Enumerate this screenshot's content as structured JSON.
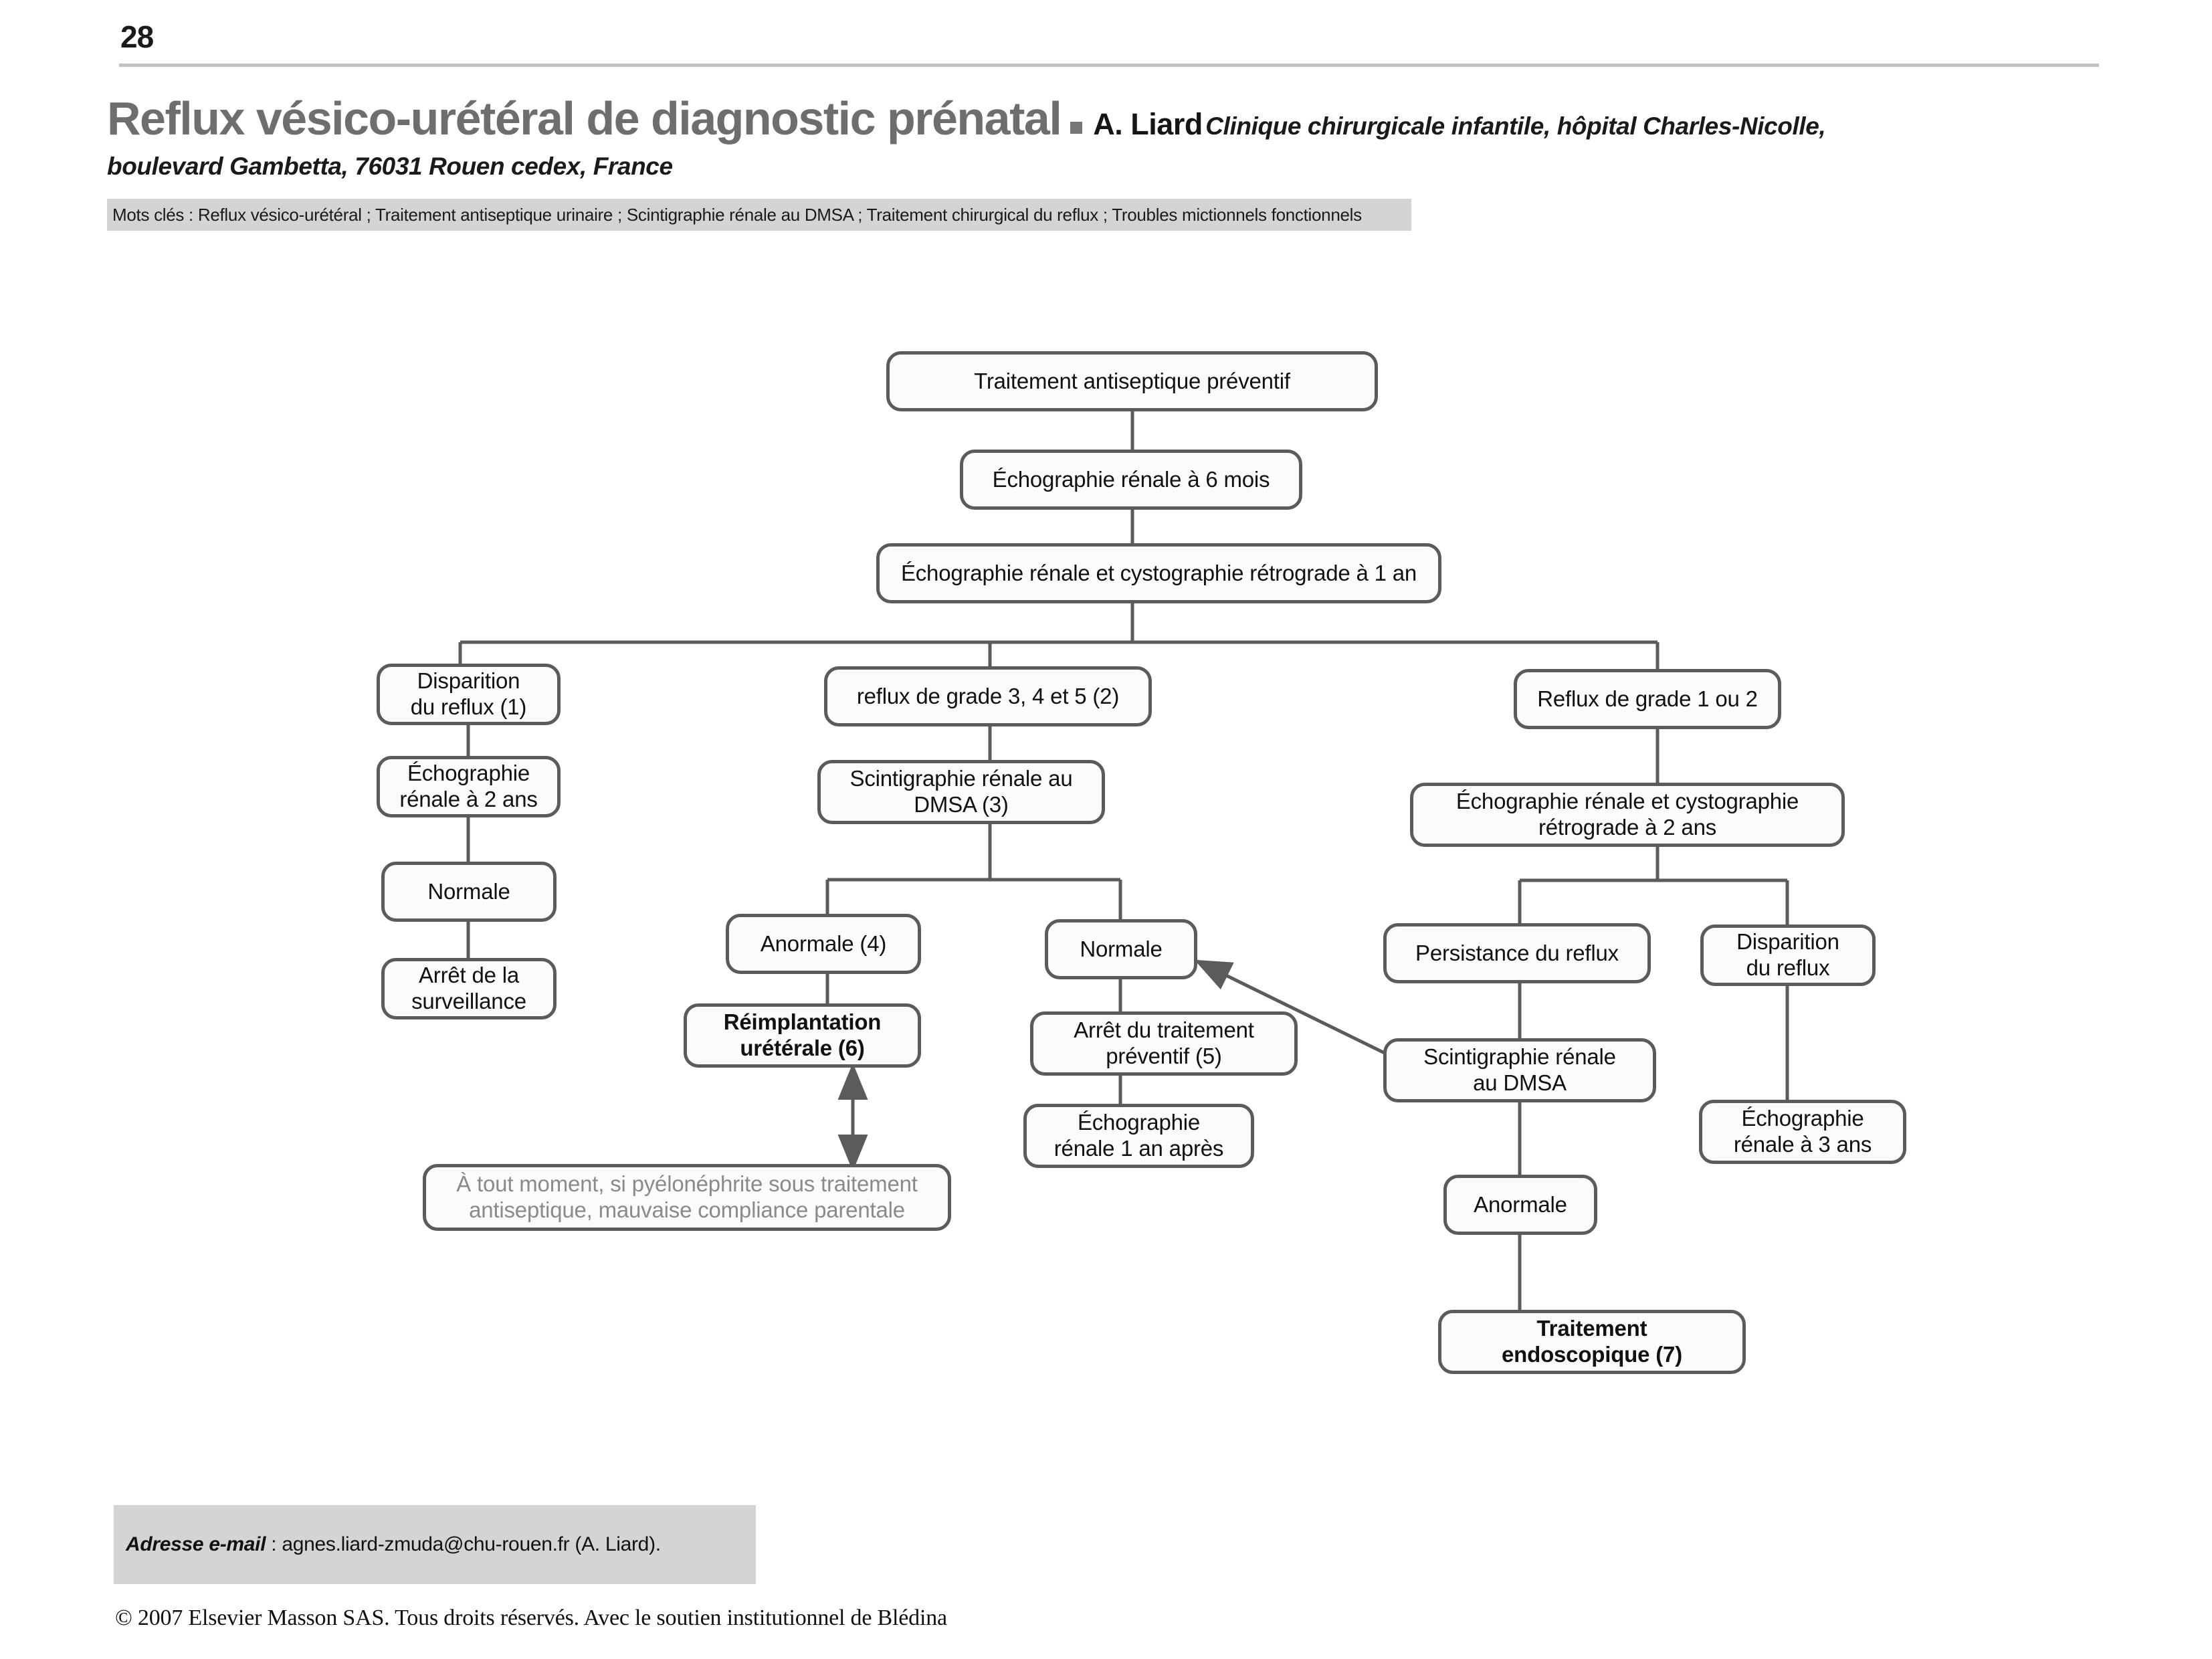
{
  "page": {
    "number": "28"
  },
  "header": {
    "title": "Reflux vésico-urétéral de diagnostic prénatal",
    "author": "A. Liard",
    "affiliation_line1": "Clinique chirurgicale infantile, hôpital Charles-Nicolle,",
    "affiliation_line2": "boulevard Gambetta, 76031 Rouen cedex, France",
    "keywords": "Mots clés : Reflux vésico-urétéral ; Traitement antiseptique urinaire ; Scintigraphie rénale au DMSA ; Traitement chirurgical du reflux ; Troubles mictionnels fonctionnels"
  },
  "footer": {
    "email_label": "Adresse e-mail",
    "email_value": " : agnes.liard-zmuda@chu-rouen.fr (A. Liard).",
    "copyright": "© 2007 Elsevier Masson SAS. Tous droits réservés. Avec le soutien institutionnel de Blédina"
  },
  "colors": {
    "title": "#6e6e6e",
    "node_border": "#5b5b5b",
    "node_fill": "#fbfbf9",
    "band": "#d4d4d4",
    "muted_text": "#8a8a8a",
    "rule": "#bfc1c3"
  },
  "flowchart": {
    "nodes": [
      {
        "id": "n1",
        "label": "Traitement antiseptique préventif"
      },
      {
        "id": "n2",
        "label": "Échographie rénale à 6 mois"
      },
      {
        "id": "n3",
        "label": "Échographie rénale et cystographie rétrograde à 1 an"
      },
      {
        "id": "n4",
        "label": "Disparition\ndu reflux (1)"
      },
      {
        "id": "n5",
        "label": "reflux de grade 3, 4 et 5 (2)"
      },
      {
        "id": "n6",
        "label": "Reflux de grade 1 ou 2"
      },
      {
        "id": "n7",
        "label": "Échographie\nrénale à 2 ans"
      },
      {
        "id": "n8",
        "label": "Scintigraphie rénale au\nDMSA (3)"
      },
      {
        "id": "n9",
        "label": "Échographie rénale et cystographie\nrétrograde à 2 ans"
      },
      {
        "id": "n10",
        "label": "Normale"
      },
      {
        "id": "n11",
        "label": "Anormale (4)"
      },
      {
        "id": "n12",
        "label": "Normale"
      },
      {
        "id": "n13",
        "label": "Persistance du reflux"
      },
      {
        "id": "n14",
        "label": "Disparition\ndu reflux"
      },
      {
        "id": "n15",
        "label": "Arrêt de la\nsurveillance"
      },
      {
        "id": "n16",
        "label": "Réimplantation\nurétérale (6)"
      },
      {
        "id": "n17",
        "label": "Arrêt du traitement\npréventif (5)"
      },
      {
        "id": "n18",
        "label": "Scintigraphie rénale\nau DMSA"
      },
      {
        "id": "n19",
        "label": "Échographie\nrénale 1 an après"
      },
      {
        "id": "n20",
        "label": "Échographie\nrénale à 3 ans"
      },
      {
        "id": "n21",
        "label": "Anormale"
      },
      {
        "id": "n22",
        "label": "Traitement\nendoscopique (7)"
      },
      {
        "id": "n23",
        "label": "À tout moment, si pyélonéphrite sous traitement\nantiseptique, mauvaise compliance parentale"
      }
    ]
  }
}
